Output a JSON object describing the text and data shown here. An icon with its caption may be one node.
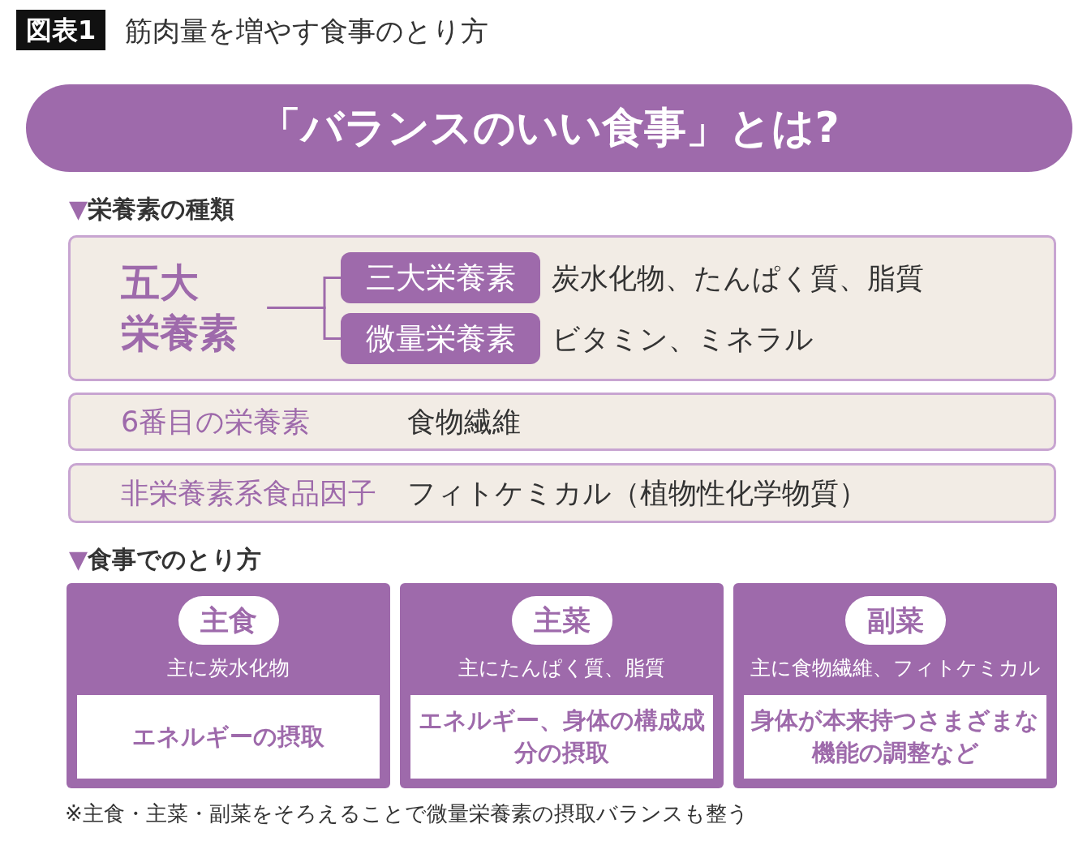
{
  "diagram": {
    "title": "筋肉量を増やす食事のとり方",
    "caption": "※主食・主菜・副菜をそろえることで微量栄養素の摂取バランスも整う",
    "nodes": [
      {
        "text": [
          "「バランスのいい食事」とは?"
        ]
      },
      {
        "text": [],
        "shape": "box"
      },
      {
        "text": [
          "五大栄養素"
        ],
        "in": 1
      },
      {
        "text": [
          "三大栄養素"
        ],
        "in": 1,
        "beside": [
          "炭水化物、たんぱく質、脂質"
        ]
      },
      {
        "text": [
          "微量栄養素"
        ],
        "in": 1,
        "beside": [
          "ビタミン、ミネラル"
        ]
      },
      {
        "text": [
          "6番目の栄養素",
          "食物繊維"
        ]
      },
      {
        "text": [
          "非栄養素系食品因子",
          "フィトケミカル（植物性化学物質）"
        ]
      },
      {
        "text": [
          "主に炭水化物"
        ]
      },
      {
        "text": [
          "主食"
        ],
        "in": 7
      },
      {
        "text": [
          "エネルギーの摂取"
        ],
        "in": 7
      },
      {
        "text": [
          "主にたんぱく質、脂質"
        ]
      },
      {
        "text": [
          "主菜"
        ],
        "in": 10
      },
      {
        "text": [
          "エネルギー、身体の構成成分の摂取"
        ],
        "in": 10
      },
      {
        "text": [
          "主に食物繊維、フィトケミカル"
        ]
      },
      {
        "text": [
          "副菜"
        ],
        "in": 13
      },
      {
        "text": [
          "身体が本来持つさまざまな機能の調整など"
        ],
        "in": 13
      }
    ],
    "edges": [
      {
        "from": 2,
        "to": 3,
        "arrow": "none"
      },
      {
        "from": 2,
        "to": 4,
        "arrow": "none"
      }
    ],
    "labels": [
      "図表1",
      "▼栄養素の種類",
      "▼食事でのとり方"
    ]
  }
}
